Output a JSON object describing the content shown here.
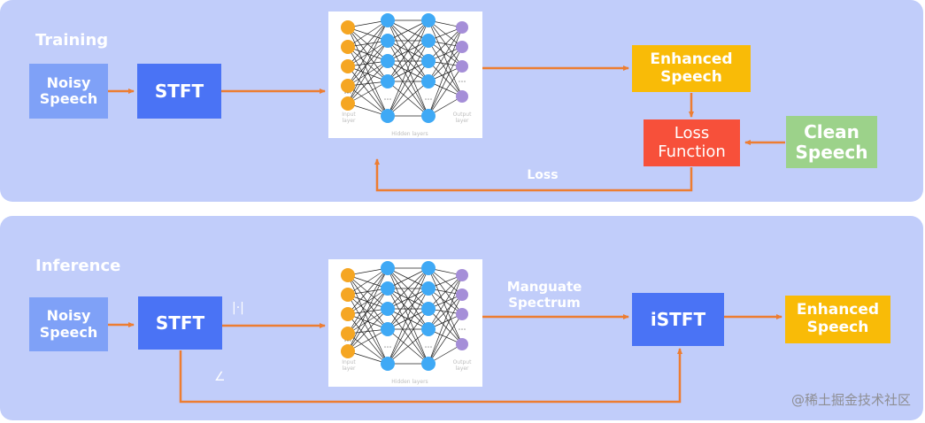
{
  "training": {
    "title": "Training",
    "noisy_speech": "Noisy\nSpeech",
    "stft": "STFT",
    "enhanced_speech": "Enhanced\nSpeech",
    "loss_function": "Loss\nFunction",
    "clean_speech": "Clean\nSpeech",
    "loss_label": "Loss"
  },
  "inference": {
    "title": "Inference",
    "noisy_speech": "Noisy\nSpeech",
    "stft": "STFT",
    "magnitude_marker": "|·|",
    "phase_marker": "∠",
    "spectrum_label": "Manguate\nSpectrum",
    "istft": "iSTFT",
    "enhanced_speech": "Enhanced\nSpeech"
  },
  "network": {
    "input_label": "Input\nlayer",
    "hidden_label": "Hidden layers",
    "output_label": "Output\nlayer",
    "ellipsis": "⋯"
  },
  "colors": {
    "panel": "#c1cdfa",
    "arrow": "#ed7d31",
    "input_node": "#f5a623",
    "hidden_node": "#3fa9f5",
    "output_node": "#a58ed8"
  },
  "watermark": "@稀土掘金技术社区"
}
